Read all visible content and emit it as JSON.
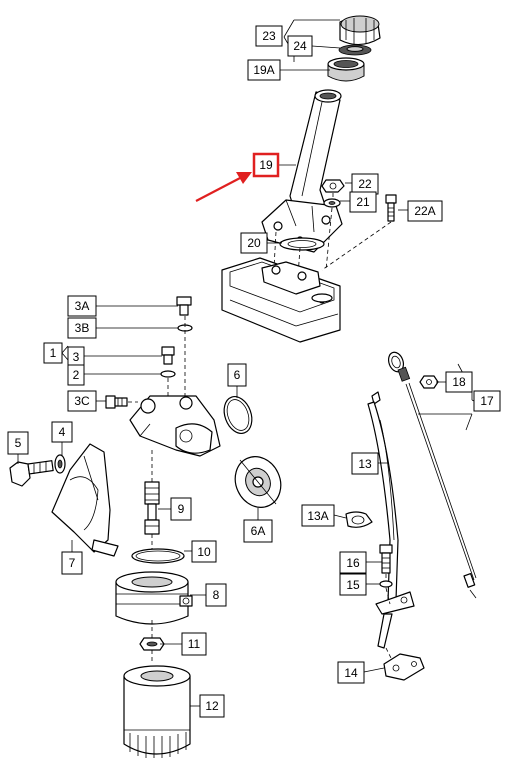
{
  "labels": {
    "l23": "23",
    "l24": "24",
    "l19A": "19A",
    "l19": "19",
    "l22": "22",
    "l21": "21",
    "l22A": "22A",
    "l20": "20",
    "l3A": "3A",
    "l3B": "3B",
    "l1": "1",
    "l3": "3",
    "l2": "2",
    "l3C": "3C",
    "l6": "6",
    "l5": "5",
    "l4": "4",
    "l9": "9",
    "l6A": "6A",
    "l10": "10",
    "l7": "7",
    "l8": "8",
    "l11": "11",
    "l12": "12",
    "l18": "18",
    "l17": "17",
    "l13": "13",
    "l13A": "13A",
    "l16": "16",
    "l15": "15",
    "l14": "14"
  },
  "highlight": {
    "label": "19",
    "color": "#e02020"
  },
  "colors": {
    "line": "#000000",
    "highlight": "#e02020"
  }
}
